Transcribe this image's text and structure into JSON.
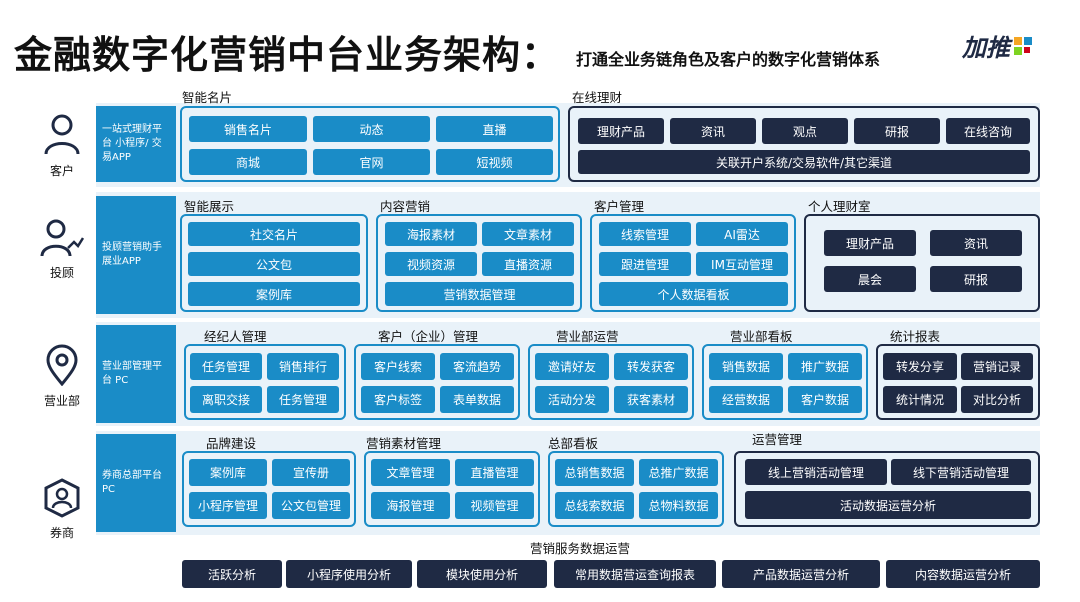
{
  "header": {
    "title": "金融数字化营销中台业务架构：",
    "subtitle": "打通全业务链角色及客户的数字化营销体系",
    "logo_text": "加推"
  },
  "colors": {
    "blue": "#1a8cc7",
    "navy": "#1f2a44",
    "band": "#e9f2f9"
  },
  "rows": {
    "customer": {
      "role": "客户",
      "role_icon": "person-icon",
      "platform": "一站式理财平台 小程序/ 交易APP",
      "smart_card": {
        "label": "智能名片",
        "items": [
          "销售名片",
          "动态",
          "直播",
          "商城",
          "官网",
          "短视频"
        ]
      },
      "online": {
        "label": "在线理财",
        "items": [
          "理财产品",
          "资讯",
          "观点",
          "研报",
          "在线咨询"
        ],
        "wide": "关联开户系统/交易软件/其它渠道"
      }
    },
    "advisor": {
      "role": "投顾",
      "role_icon": "advisor-icon",
      "platform": "投顾营销助手 展业APP",
      "display": {
        "label": "智能展示",
        "items": [
          "社交名片",
          "公文包",
          "案例库"
        ]
      },
      "content": {
        "label": "内容营销",
        "items": [
          "海报素材",
          "文章素材",
          "视频资源",
          "直播资源"
        ],
        "wide": "营销数据管理"
      },
      "cust_mgmt": {
        "label": "客户管理",
        "items": [
          "线索管理",
          "AI雷达",
          "跟进管理",
          "IM互动管理"
        ],
        "wide": "个人数据看板"
      },
      "studio": {
        "label": "个人理财室",
        "items": [
          "理财产品",
          "资讯",
          "晨会",
          "研报"
        ]
      }
    },
    "branch": {
      "role": "营业部",
      "role_icon": "location-pin-icon",
      "platform": "营业部管理平台 PC",
      "broker": {
        "label": "经纪人管理",
        "items": [
          "任务管理",
          "销售排行",
          "离职交接",
          "任务管理"
        ]
      },
      "enterprise": {
        "label": "客户（企业）管理",
        "items": [
          "客户线索",
          "客流趋势",
          "客户标签",
          "表单数据"
        ]
      },
      "ops": {
        "label": "营业部运营",
        "items": [
          "邀请好友",
          "转发获客",
          "活动分发",
          "获客素材"
        ]
      },
      "board": {
        "label": "营业部看板",
        "items": [
          "销售数据",
          "推广数据",
          "经营数据",
          "客户数据"
        ]
      },
      "stats": {
        "label": "统计报表",
        "items": [
          "转发分享",
          "营销记录",
          "统计情况",
          "对比分析"
        ]
      }
    },
    "broker_firm": {
      "role": "券商",
      "role_icon": "shield-person-icon",
      "platform": "券商总部平台 PC",
      "brand": {
        "label": "品牌建设",
        "items": [
          "案例库",
          "宣传册",
          "小程序管理",
          "公文包管理"
        ]
      },
      "material": {
        "label": "营销素材管理",
        "items": [
          "文章管理",
          "直播管理",
          "海报管理",
          "视频管理"
        ]
      },
      "hq": {
        "label": "总部看板",
        "items": [
          "总销售数据",
          "总推广数据",
          "总线索数据",
          "总物料数据"
        ]
      },
      "operation": {
        "label": "运营管理",
        "items": [
          "线上营销活动管理",
          "线下营销活动管理"
        ],
        "wide": "活动数据运营分析"
      }
    }
  },
  "bottom": {
    "label": "营销服务数据运营",
    "items": [
      "活跃分析",
      "小程序使用分析",
      "模块使用分析",
      "常用数据营运查询报表",
      "产品数据运营分析",
      "内容数据运营分析"
    ]
  }
}
